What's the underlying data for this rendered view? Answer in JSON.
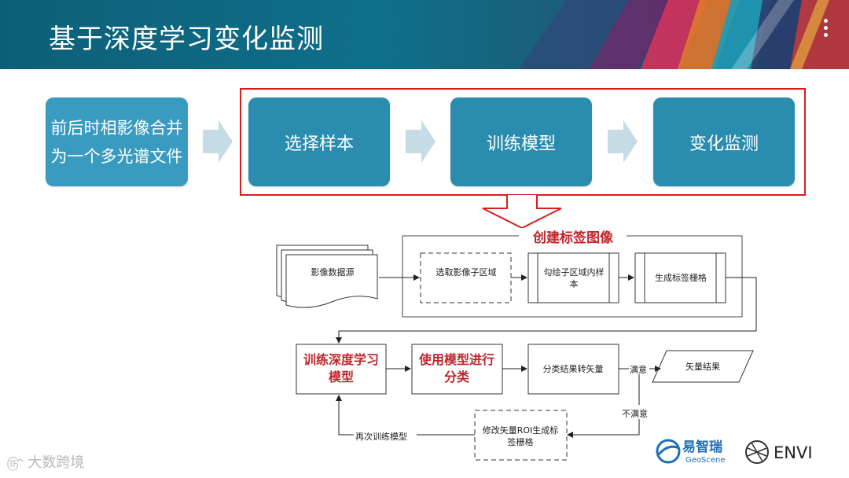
{
  "header": {
    "title": "基于深度学习变化监测"
  },
  "top_flow": {
    "source": "前后时相影像合并为一个多光谱文件",
    "steps": [
      "选择样本",
      "训练模型",
      "变化监测"
    ]
  },
  "detail": {
    "title": "创建标签图像",
    "data_source": "影像数据源",
    "subset": "选取影像子区域",
    "draw_samples": "勾绘子区域内样本",
    "gen_raster": "生成标签栅格",
    "train": "训练深度学习模型",
    "classify": "使用模型进行分类",
    "to_vector": "分类结果转矢量",
    "satisfied": "满意",
    "vector_result": "矢量结果",
    "not_satisfied": "不满意",
    "modify": "修改矢量ROI生成标签栅格",
    "retrain": "再次训练模型"
  },
  "footer": {
    "watermark": "大数跨境",
    "logo_geoscene_cn": "易智瑞",
    "logo_geoscene_en": "GeoScene",
    "logo_envi": "ENVI"
  },
  "colors": {
    "box": "#2a8db0",
    "arrow": "#c5dbe6",
    "red": "#d91d1d"
  }
}
